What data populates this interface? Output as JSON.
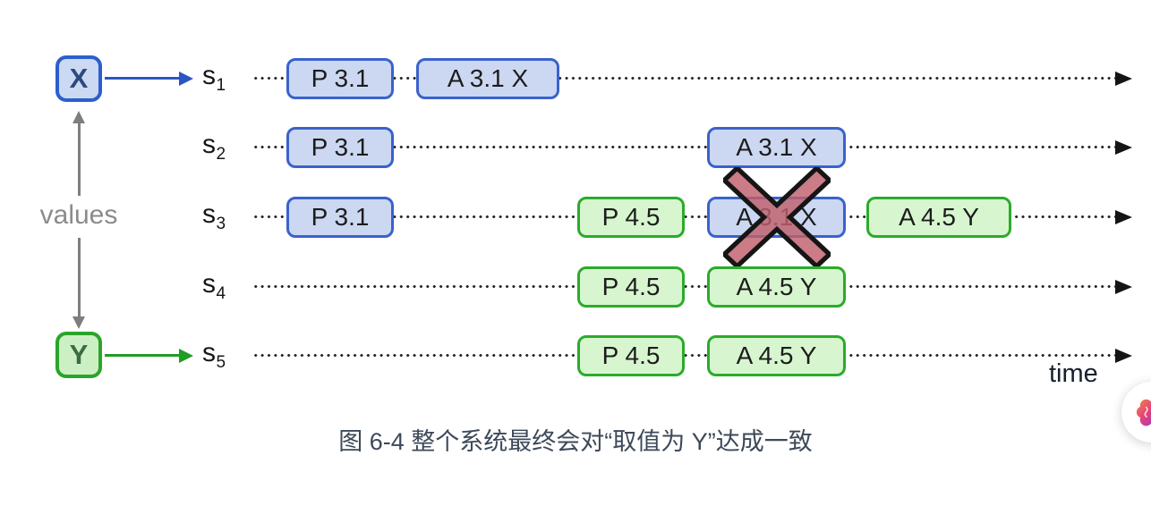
{
  "figure": {
    "value_sources": {
      "x": {
        "label": "X"
      },
      "y": {
        "label": "Y"
      }
    },
    "values_label": "values",
    "time_label": "time",
    "servers": [
      {
        "name": "s",
        "sub": "1",
        "events": [
          {
            "label": "P 3.1",
            "kind": "prepare",
            "color": "blue"
          },
          {
            "label": "A 3.1 X",
            "kind": "accept",
            "color": "blue"
          }
        ]
      },
      {
        "name": "s",
        "sub": "2",
        "events": [
          {
            "label": "P 3.1",
            "kind": "prepare",
            "color": "blue"
          },
          {
            "label": "A 3.1 X",
            "kind": "accept",
            "color": "blue"
          }
        ]
      },
      {
        "name": "s",
        "sub": "3",
        "events": [
          {
            "label": "P 3.1",
            "kind": "prepare",
            "color": "blue"
          },
          {
            "label": "P 4.5",
            "kind": "prepare",
            "color": "green"
          },
          {
            "label": "A 3.1 X",
            "kind": "accept",
            "color": "blue",
            "crossed_out": true
          },
          {
            "label": "A 4.5 Y",
            "kind": "accept",
            "color": "green"
          }
        ]
      },
      {
        "name": "s",
        "sub": "4",
        "events": [
          {
            "label": "P 4.5",
            "kind": "prepare",
            "color": "green"
          },
          {
            "label": "A 4.5 Y",
            "kind": "accept",
            "color": "green"
          }
        ]
      },
      {
        "name": "s",
        "sub": "5",
        "events": [
          {
            "label": "P 4.5",
            "kind": "prepare",
            "color": "green"
          },
          {
            "label": "A 4.5 Y",
            "kind": "accept",
            "color": "green"
          }
        ]
      }
    ],
    "colors": {
      "proposal_blue_fill": "#ccd8f2",
      "proposal_blue_border": "#3a62cc",
      "accept_green_fill": "#d7f6cf",
      "accept_green_border": "#2bab2b",
      "cross_fill": "#bf5f6b",
      "cross_stroke": "#151515",
      "x_arrow": "#2b55c4",
      "y_arrow": "#1f9d24",
      "values_arrow": "#7e7e7e",
      "timeline": "#272727",
      "caption_text": "#3d4959"
    }
  },
  "caption": "图 6-4 整个系统最终会对“取值为 Y”达成一致"
}
